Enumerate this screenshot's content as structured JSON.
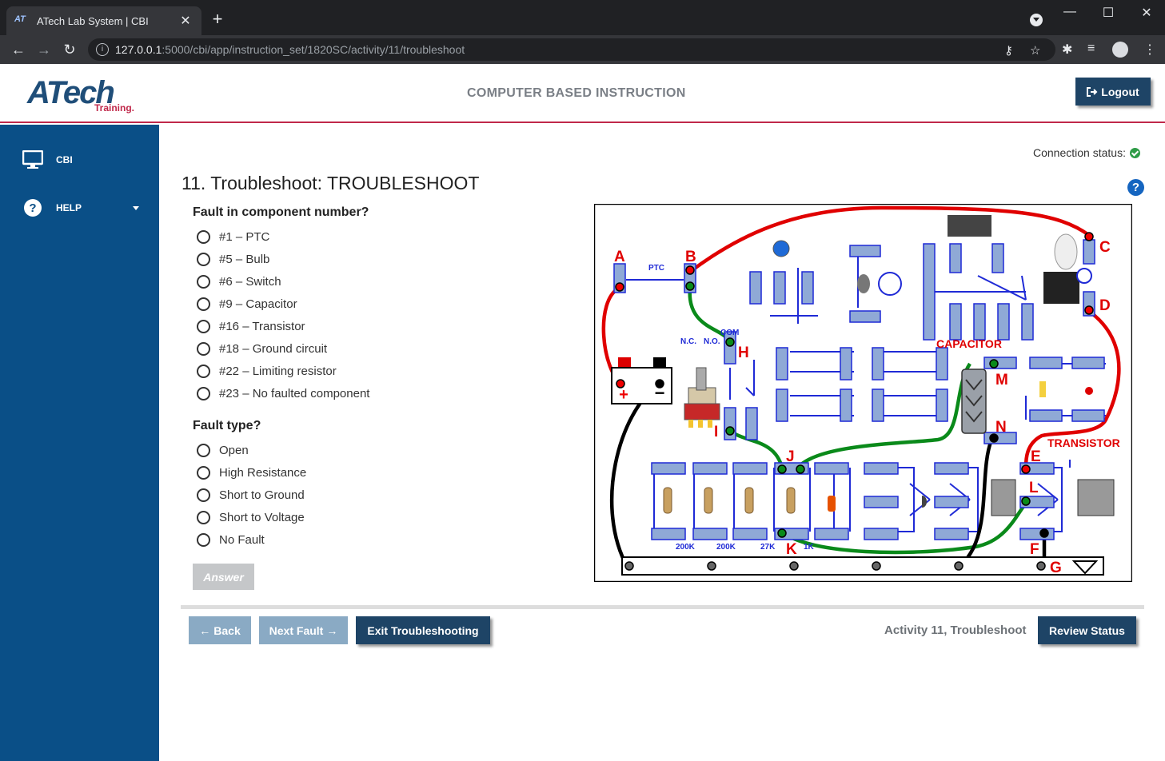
{
  "browser": {
    "tab_title": "ATech Lab System | CBI",
    "url_host": "127.0.0.1",
    "url_rest": ":5000/cbi/app/instruction_set/1820SC/activity/11/troubleshoot"
  },
  "header": {
    "logo_main": "ATech",
    "logo_sub": "Training.",
    "title": "COMPUTER BASED INSTRUCTION",
    "logout_label": "Logout"
  },
  "sidebar": {
    "items": [
      {
        "label": "CBI",
        "icon": "monitor-icon"
      },
      {
        "label": "HELP",
        "icon": "help-circle-icon"
      }
    ]
  },
  "status": {
    "connection_label": "Connection status:"
  },
  "page": {
    "title": "11. Troubleshoot: TROUBLESHOOT"
  },
  "fault_component": {
    "question": "Fault in component number?",
    "options": [
      "#1 – PTC",
      "#5 – Bulb",
      "#6 – Switch",
      "#9 – Capacitor",
      "#16 – Transistor",
      "#18 – Ground circuit",
      "#22 – Limiting resistor",
      "#23 – No faulted component"
    ]
  },
  "fault_type": {
    "question": "Fault type?",
    "options": [
      "Open",
      "High Resistance",
      "Short to Ground",
      "Short to Voltage",
      "No Fault"
    ]
  },
  "answer_label": "Answer",
  "footer": {
    "back_label": "Back",
    "next_label": "Next Fault",
    "exit_label": "Exit Troubleshooting",
    "activity_label": "Activity 11, Troubleshoot",
    "review_label": "Review Status"
  },
  "circuit": {
    "test_points": [
      "A",
      "B",
      "C",
      "D",
      "E",
      "F",
      "G",
      "H",
      "I",
      "J",
      "K",
      "L",
      "M",
      "N"
    ],
    "labels": {
      "capacitor": "CAPACITOR",
      "transistor": "TRANSISTOR",
      "ptc": "PTC",
      "com": "COM",
      "nc": "N.C.",
      "no": "N.O.",
      "r1": "200K",
      "r2": "200K",
      "r3": "27K",
      "r4": "1K"
    },
    "colors": {
      "red_wire": "#e00000",
      "green_wire": "#0a8a1a",
      "black_wire": "#000000",
      "trace": "#1f2ad6"
    }
  }
}
